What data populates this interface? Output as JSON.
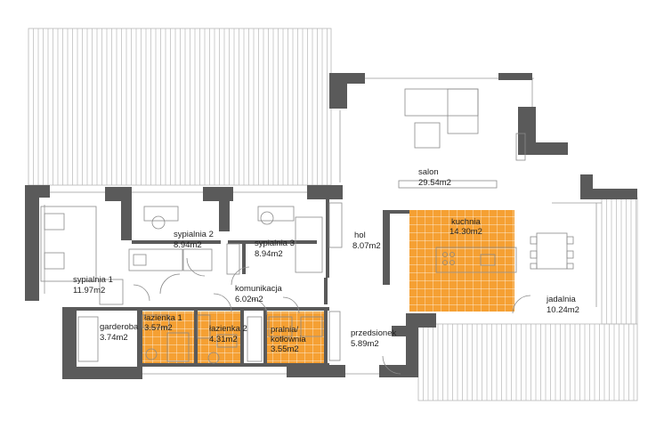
{
  "colors": {
    "wall": "#5a5a5a",
    "tile": "#f5a033",
    "tile_grid": "#ffffff",
    "terrace_line": "#b8b8b8",
    "furniture": "#8a8a8a",
    "background": "#ffffff"
  },
  "rooms": {
    "salon": {
      "name": "salon",
      "area": "29.54m2"
    },
    "kuchnia": {
      "name": "kuchnia",
      "area": "14.30m2"
    },
    "hol": {
      "name": "hol",
      "area": "8.07m2"
    },
    "sypialnia1": {
      "name": "sypialnia 1",
      "area": "11.97m2"
    },
    "sypialnia2": {
      "name": "sypialnia 2",
      "area": "8.94m2"
    },
    "sypialnia3": {
      "name": "sypialnia 3",
      "area": "8.94m2"
    },
    "komunikacja": {
      "name": "komunikacja",
      "area": "6.02m2"
    },
    "garderoba": {
      "name": "garderoba",
      "area": "3.74m2"
    },
    "lazienka1": {
      "name": "łazienka 1",
      "area": "3.57m2"
    },
    "lazienka2": {
      "name": "łazienka 2",
      "area": "4.31m2"
    },
    "pralnia": {
      "name_line1": "pralnia/",
      "name_line2": "kotłownia",
      "area": "3.55m2"
    },
    "przedsionek": {
      "name": "przedsionek",
      "area": "5.89m2"
    },
    "jadalnia": {
      "name": "jadalnia",
      "area": "10.24m2"
    }
  }
}
